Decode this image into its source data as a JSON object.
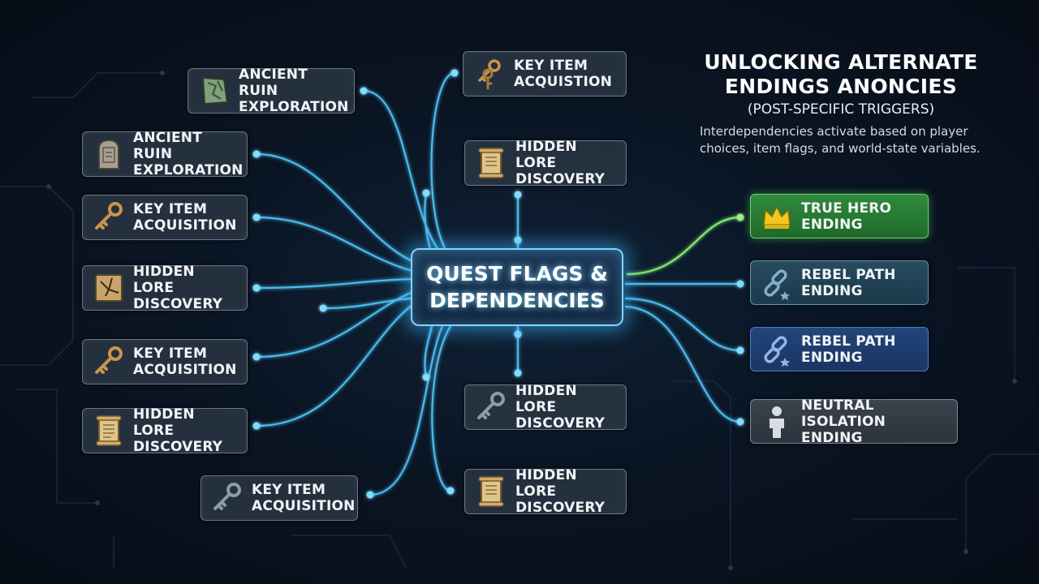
{
  "title": {
    "line1": "UNLOCKING ALTERNATE\nENDINGS ANONCIES",
    "subtitle": "(POST-SPECIFIC TRIGGERS)"
  },
  "description": "Interdependencies activate based on player\nchoices, item flags, and world-state variables.",
  "center": {
    "label": "QUEST FLAGS &\nDEPENDENCIES"
  },
  "inputs": [
    {
      "label": "ANCIENT RUIN\nEXPLORATION",
      "icon": "stone-tablet-icon"
    },
    {
      "label": "ANCIENT RUIN\nEXPLORATION",
      "icon": "tombstone-icon"
    },
    {
      "label": "KEY ITEM\nACQUISITION",
      "icon": "key-icon"
    },
    {
      "label": "HIDDEN LORE\nDISCOVERY",
      "icon": "torn-map-icon"
    },
    {
      "label": "KEY ITEM\nACQUISITION",
      "icon": "key-icon"
    },
    {
      "label": "HIDDEN LORE\nDISCOVERY",
      "icon": "scroll-icon"
    },
    {
      "label": "KEY ITEM\nACQUISITION",
      "icon": "key-icon"
    },
    {
      "label": "KEY ITEM\nACQUISTION",
      "icon": "keys-icon"
    },
    {
      "label": "HIDDEN LORE\nDISCOVERY",
      "icon": "scroll-icon"
    },
    {
      "label": "HIDDEN LORE\nDISCOVERY",
      "icon": "key-icon"
    },
    {
      "label": "HIDDEN LORE\nDISCOVERY",
      "icon": "scroll-icon"
    }
  ],
  "endings": [
    {
      "label": "TRUE HERO\nENDING",
      "icon": "crown-icon",
      "color": "#2f8a3c"
    },
    {
      "label": "REBEL PATH\nENDING",
      "icon": "broken-chain-icon",
      "color": "#274b5e"
    },
    {
      "label": "REBEL PATH\nENDING",
      "icon": "broken-chain-icon",
      "color": "#23457a"
    },
    {
      "label": "NEUTRAL ISOLATION\nENDING",
      "icon": "person-icon",
      "color": "#3a424d"
    }
  ],
  "colors": {
    "link": "#4fc3f7",
    "link_glow": "#8fe0ff",
    "true_link": "#7ee66a"
  }
}
